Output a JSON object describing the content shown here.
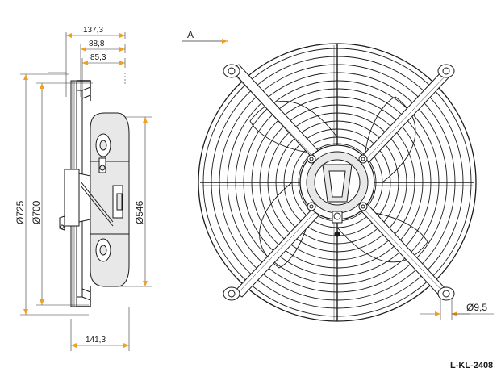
{
  "drawing": {
    "view_label": "A",
    "drawing_code": "L-KL-2408",
    "dimensions": {
      "depth_overall": "137,3",
      "depth_mid": "88,8",
      "depth_inner": "85,3",
      "depth_base": "141,3",
      "diameter_outer": "Ø725",
      "diameter_ring": "Ø700",
      "diameter_blade": "Ø546",
      "hole_diameter": "Ø9,5"
    },
    "colors": {
      "line": "#1a1a1a",
      "dim_line": "#333333",
      "arrow_fill": "#f0a020",
      "housing": "#e8e8e8"
    },
    "icons": [
      "fan-side-view",
      "fan-front-view",
      "guard-grille",
      "fan-blade",
      "motor-hub",
      "mounting-bracket"
    ]
  }
}
